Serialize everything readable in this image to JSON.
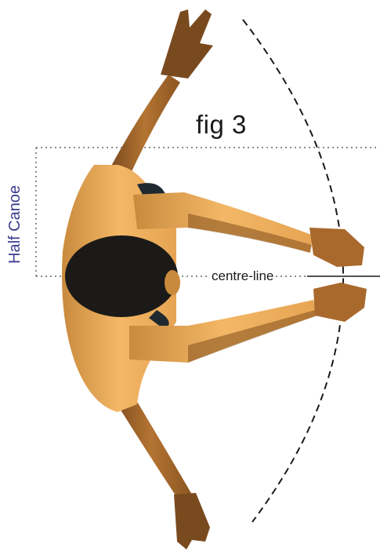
{
  "figure": {
    "title": "fig 3",
    "side_label": "Half Canoe",
    "centre_label": "centre-line"
  },
  "colors": {
    "skin": "#f3b766",
    "skin_shadow": "#b8742f",
    "hair": "#1b1a18",
    "label_blue": "#3b3a8f",
    "line": "#1a1a1a"
  }
}
